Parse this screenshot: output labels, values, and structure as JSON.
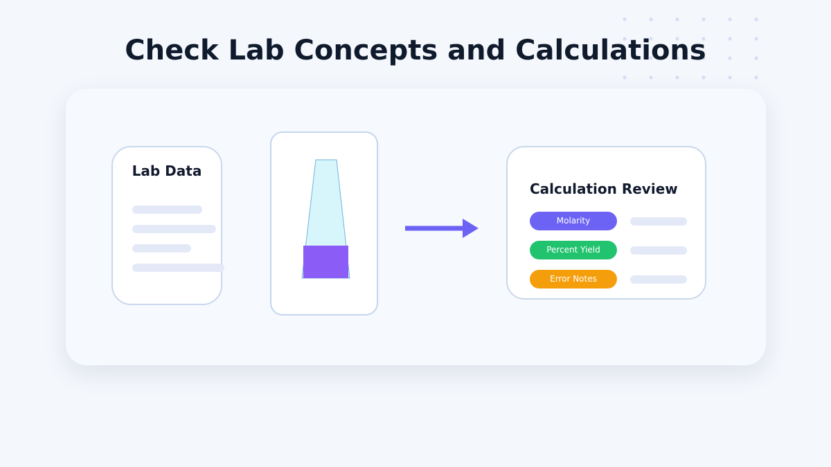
{
  "title": "Check Lab Concepts and Calculations",
  "colors": {
    "background": "#f4f7fc",
    "card": "#f6f9fd",
    "accent": "#6c63f5",
    "liquid": "#8b5cf6",
    "glass": "#d6f6fb",
    "dot": "#d9dcf5"
  },
  "lab_data": {
    "title": "Lab Data",
    "icon": "document-icon"
  },
  "apparatus": {
    "icon": "test-tube-icon"
  },
  "flow": {
    "icon": "arrow-right-icon"
  },
  "review": {
    "title": "Calculation Review",
    "items": [
      {
        "label": "Molarity",
        "color": "#6c63f5"
      },
      {
        "label": "Percent Yield",
        "color": "#22c36e"
      },
      {
        "label": "Error Notes",
        "color": "#f59e0b"
      }
    ]
  }
}
